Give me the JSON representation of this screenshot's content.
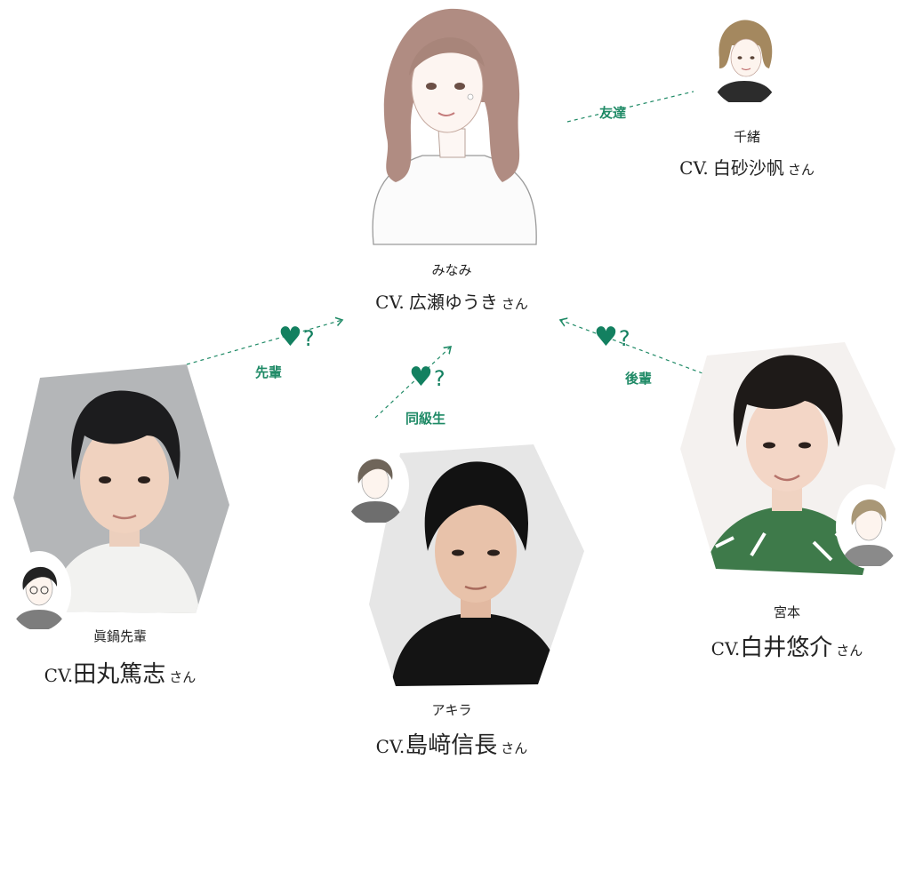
{
  "characters": {
    "minami": {
      "name": "みなみ",
      "cv_prefix": "CV.",
      "voice_actor": "広瀬ゆうき",
      "suffix": "さん"
    },
    "chio": {
      "name": "千緒",
      "cv_prefix": "CV.",
      "voice_actor": "白砂沙帆",
      "suffix": "さん"
    },
    "manabe": {
      "name": "眞鍋先輩",
      "cv_prefix": "CV.",
      "voice_actor": "田丸篤志",
      "suffix": "さん"
    },
    "akira": {
      "name": "アキラ",
      "cv_prefix": "CV.",
      "voice_actor": "島﨑信長",
      "suffix": "さん"
    },
    "miyamoto": {
      "name": "宮本",
      "cv_prefix": "CV.",
      "voice_actor": "白井悠介",
      "suffix": "さん"
    }
  },
  "relations": {
    "chio": {
      "label": "友達"
    },
    "manabe": {
      "label": "先輩",
      "heart": "♥",
      "question": "?"
    },
    "akira": {
      "label": "同級生",
      "heart": "♥",
      "question": "?"
    },
    "miyamoto": {
      "label": "後輩",
      "heart": "♥",
      "question": "?"
    }
  },
  "colors": {
    "accent": "#1f8a66",
    "heart": "#138060",
    "text": "#222222"
  }
}
